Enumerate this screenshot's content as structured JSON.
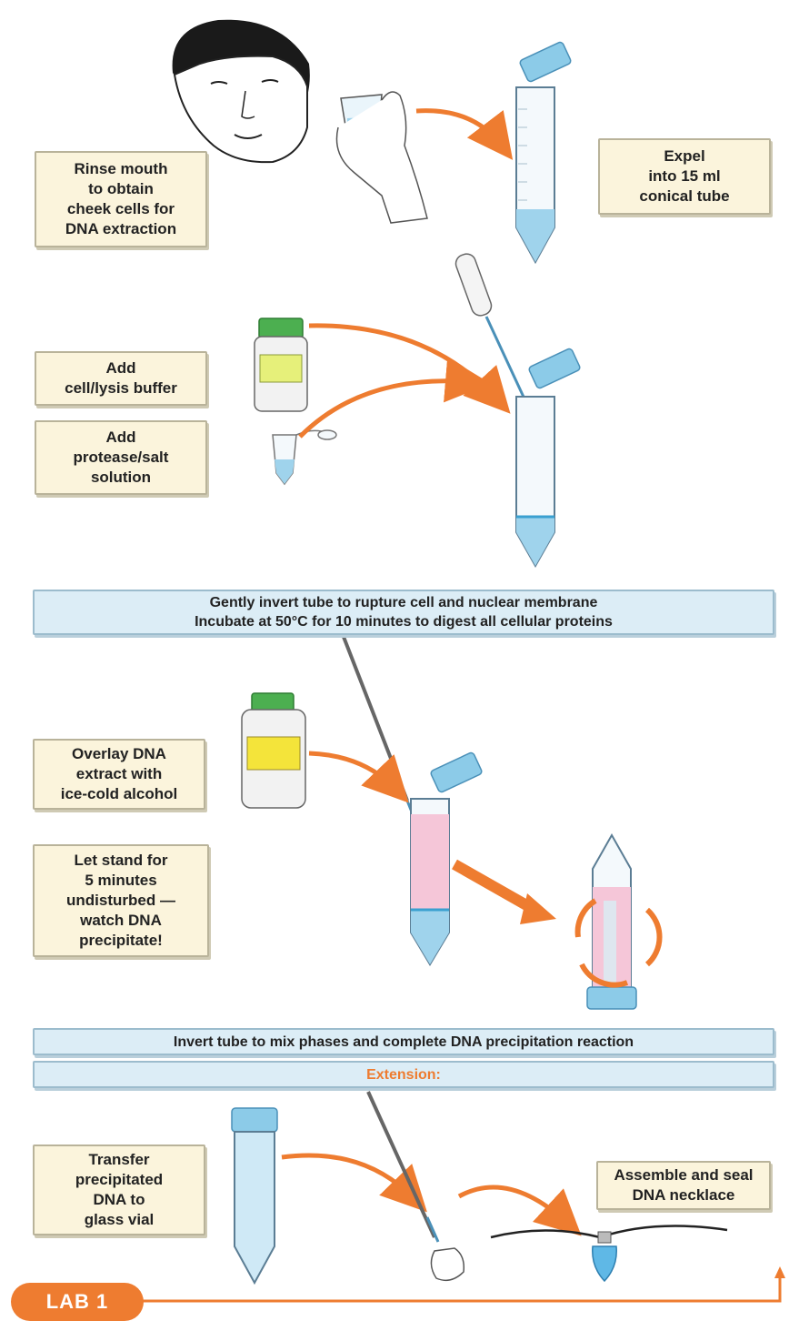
{
  "steps": {
    "rinse": "Rinse mouth\nto obtain\ncheek cells for\nDNA extraction",
    "expel": "Expel\ninto 15 ml\nconical tube",
    "add_buffer": "Add\ncell/lysis buffer",
    "add_protease": "Add\nprotease/salt\nsolution",
    "overlay": "Overlay DNA\nextract with\nice-cold alcohol",
    "let_stand": "Let stand for\n5 minutes\nundisturbed —\nwatch DNA\nprecipitate!",
    "transfer": "Transfer\nprecipitated\nDNA to\nglass vial",
    "assemble": "Assemble and seal\nDNA necklace"
  },
  "banners": {
    "invert_incubate": "Gently invert tube to rupture cell and nuclear membrane\nIncubate at 50°C for 10 minutes to digest all cellular proteins",
    "invert_mix": "Invert tube to mix phases and complete DNA precipitation reaction",
    "extension": "Extension:"
  },
  "lab_badge": "LAB 1",
  "colors": {
    "accent_orange": "#ee7c30",
    "note_fill": "#fbf4dc",
    "banner_fill": "#dcedf6",
    "liquid_blue": "#9fd3ec",
    "pink_extract": "#f5c6d8"
  }
}
